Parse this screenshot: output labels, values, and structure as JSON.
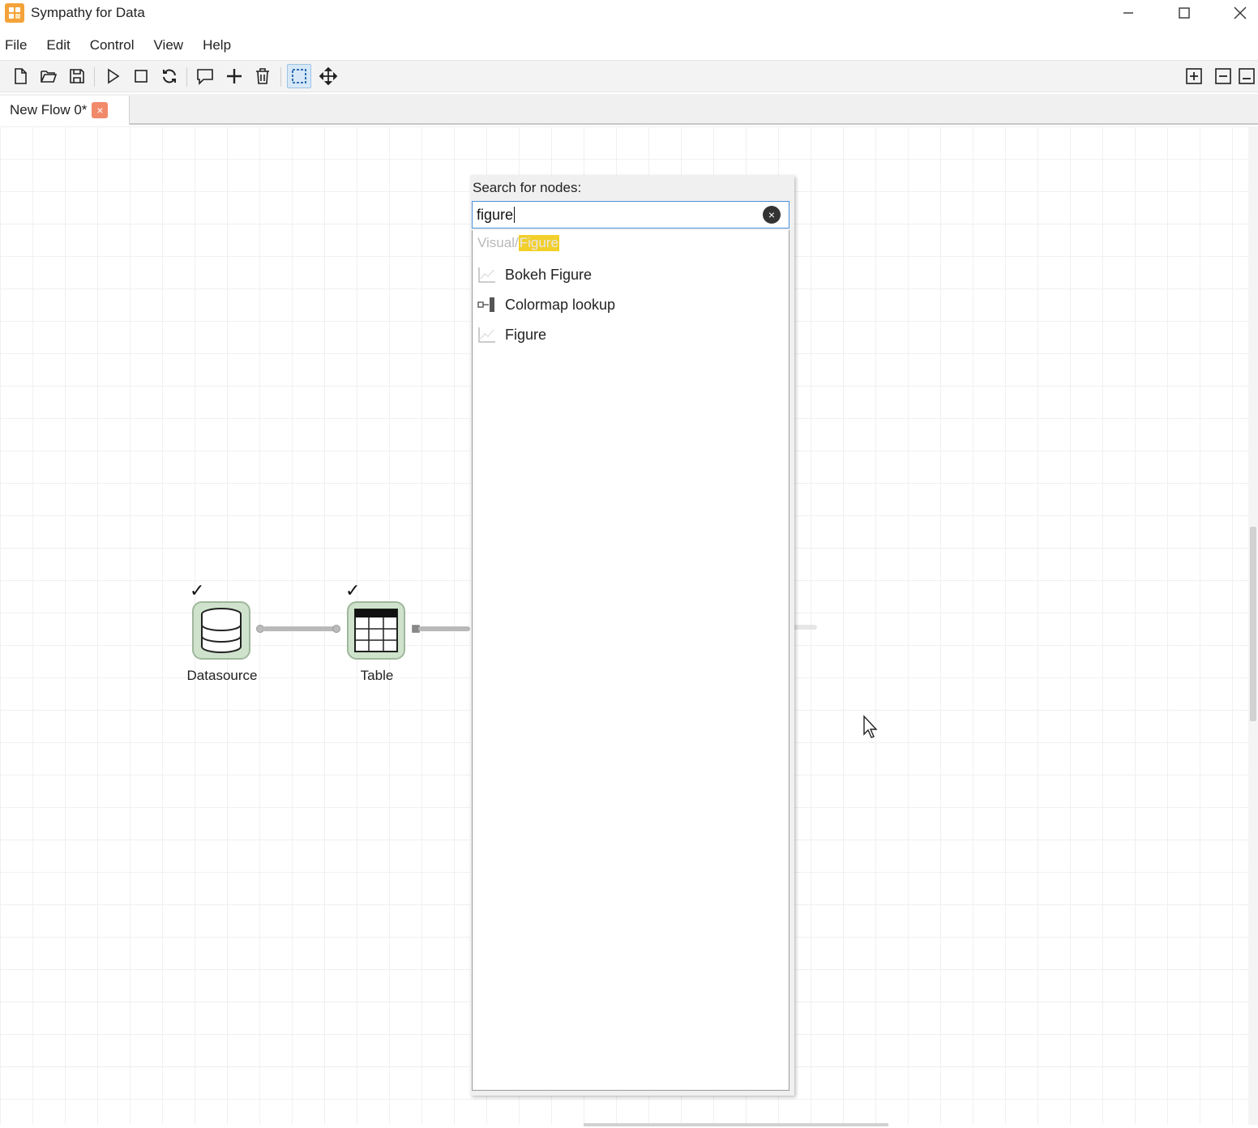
{
  "window": {
    "title": "Sympathy for Data"
  },
  "menu": [
    "File",
    "Edit",
    "Control",
    "View",
    "Help"
  ],
  "toolbar": {
    "left_icons": [
      "new-file-icon",
      "open-folder-icon",
      "save-icon",
      "play-icon",
      "stop-icon",
      "reload-icon",
      "comment-icon",
      "add-icon",
      "trash-icon",
      "select-icon",
      "move-icon"
    ],
    "right_icons": [
      "zoom-in-icon",
      "zoom-out-icon",
      "fit-icon"
    ]
  },
  "tab": {
    "label": "New Flow 0*",
    "close": "×"
  },
  "nodes": [
    {
      "label": "Datasource",
      "status": "✓"
    },
    {
      "label": "Table",
      "status": "✓"
    }
  ],
  "search": {
    "label": "Search for nodes:",
    "value": "figure",
    "clear": "×",
    "category_prefix": "Visual/",
    "category_match": "Figure",
    "results": [
      {
        "label": "Bokeh Figure",
        "icon": "chart-icon"
      },
      {
        "label": "Colormap lookup",
        "icon": "colormap-icon"
      },
      {
        "label": "Figure",
        "icon": "chart-icon"
      }
    ]
  },
  "colors": {
    "node_fill": "#cfe3cc",
    "highlight": "#f2cf2a",
    "tab_close": "#f08a6a",
    "focus_border": "#4a90d9"
  }
}
